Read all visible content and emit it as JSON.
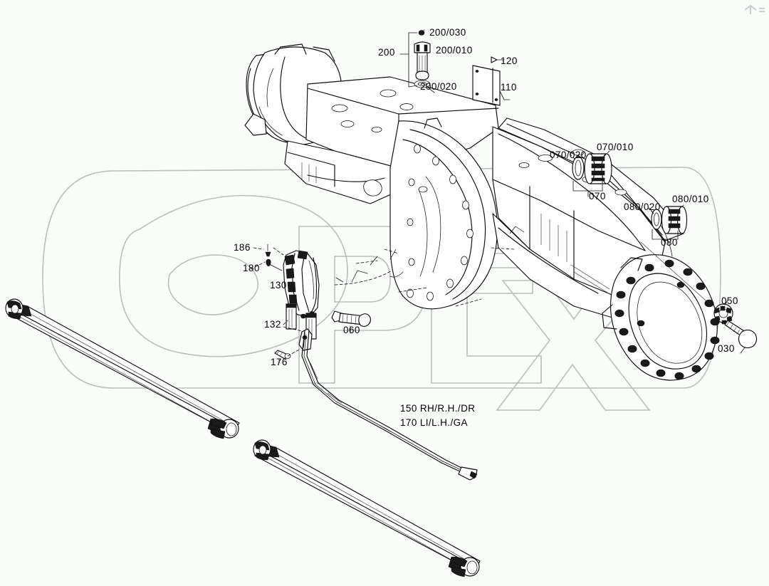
{
  "document": {
    "kind": "exploded-parts-diagram",
    "subject": "Rear axle housing assembly",
    "background_color": "#fbfdfb",
    "line_color": "#0d0d0d",
    "watermark": {
      "text": "OPEX",
      "style": "outline",
      "color": "#b9bfba"
    }
  },
  "callouts": {
    "bolt_assembly_group": "200",
    "bolt_screw": "200/010",
    "bolt_seal_ring": "200/020",
    "bolt_small_pin": "200/030",
    "plate": "110",
    "plate_marker": "120",
    "bearing_group_upper": "070",
    "bearing_cup_upper": "070/010",
    "bearing_ring_upper": "070/020",
    "bearing_group_lower": "080",
    "bearing_cup_lower": "080/010",
    "bearing_ring_lower": "080/020",
    "washer": "050",
    "screw": "030",
    "caliper_pin": "186",
    "caliper_bracket": "180",
    "brake_caliper": "130",
    "caliper_bushing": "132",
    "hex_screw": "060",
    "clamp_screw": "176",
    "rod_right": "150 RH/R.H./DR",
    "rod_left": "170 LI/L.H./GA"
  }
}
